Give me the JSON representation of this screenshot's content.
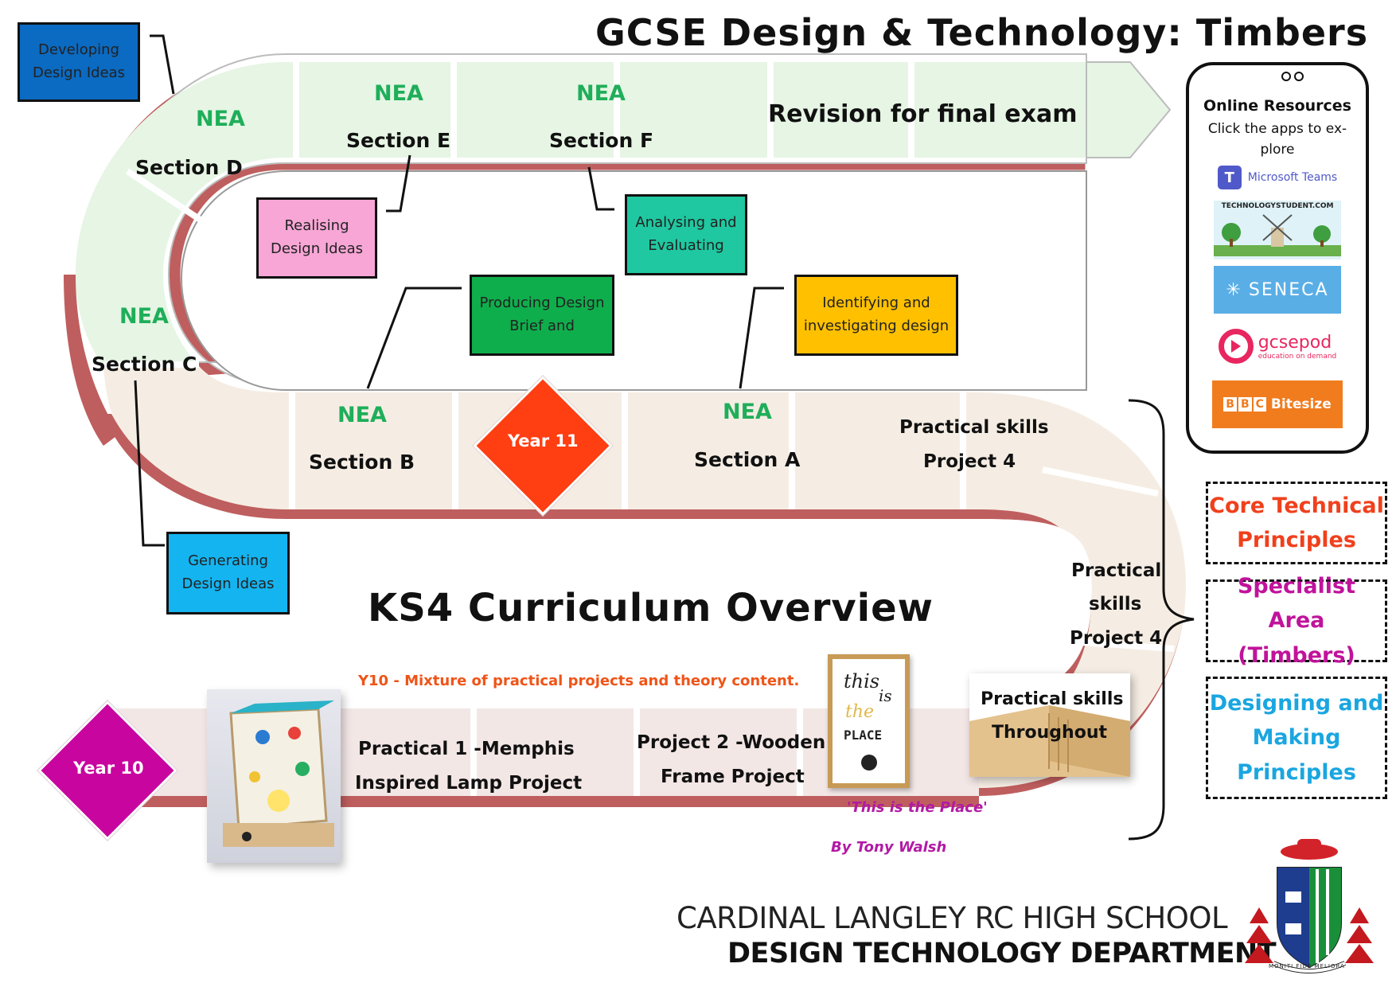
{
  "header": {
    "title": "GCSE Design & Technology: Timbers",
    "subtitle": "KS4 Curriculum Overview"
  },
  "milestones": {
    "year11": "Year 11",
    "year10": "Year 10"
  },
  "upper_track": {
    "section_d": {
      "nea": "NEA",
      "label": "Section D"
    },
    "section_e": {
      "nea": "NEA",
      "label": "Section E"
    },
    "section_f": {
      "nea": "NEA",
      "label": "Section F"
    },
    "revision": "Revision for final exam"
  },
  "left_curve": {
    "section_c": {
      "nea": "NEA",
      "label": "Section C"
    }
  },
  "middle_track": {
    "section_b": {
      "nea": "NEA",
      "label": "Section B"
    },
    "section_a": {
      "nea": "NEA",
      "label": "Section A"
    },
    "practical_line1": "Practical skills",
    "practical_line2": "Project 4",
    "right_curve_line1": "Practical",
    "right_curve_line2": "skills",
    "right_curve_line3": "Project 4"
  },
  "lower_track": {
    "note": "Y10 - Mixture of practical projects and theory content.",
    "practical1_line1": "Practical 1 -Memphis",
    "practical1_line2": "Inspired Lamp Project",
    "project2_line1": "Project 2 -Wooden",
    "project2_line2": "Frame Project",
    "throughout_line1": "Practical skills",
    "throughout_line2": "Throughout",
    "poem_title": "'This is the Place'",
    "poem_author": "By Tony Walsh",
    "frame_text": [
      "this",
      "is",
      "the",
      "PLACE"
    ]
  },
  "nea_boxes": {
    "developing": {
      "line1": "Developing",
      "line2": "Design Ideas",
      "color": "#0b6ac1"
    },
    "realising": {
      "line1": "Realising",
      "line2": "Design Ideas",
      "color": "#f7a6d6"
    },
    "analysing": {
      "line1": "Analysing and",
      "line2": "Evaluating",
      "color": "#1fc8a0"
    },
    "producing": {
      "line1": "Producing Design",
      "line2": "Brief and",
      "color": "#0fae4c"
    },
    "identifying": {
      "line1": "Identifying and",
      "line2": "investigating design",
      "color": "#ffc000"
    },
    "generating": {
      "line1": "Generating",
      "line2": "Design Ideas",
      "color": "#14b4f0"
    }
  },
  "phone": {
    "heading": "Online Resources",
    "sub_line1": "Click the apps to ex-",
    "sub_line2": "plore",
    "apps": {
      "teams": "Microsoft Teams",
      "techstudent": "TECHNOLOGYSTUDENT.COM",
      "seneca": "SENECA",
      "gcsepod": "gcsepod",
      "gcsepod_tag": "education on demand",
      "bbc_blocks": [
        "B",
        "B",
        "C"
      ],
      "bbc_word": "Bitesize"
    }
  },
  "principles": {
    "core_line1": "Core Technical",
    "core_line2": "Principles",
    "core_color": "#f0401c",
    "specialist_line1": "Specialist Area",
    "specialist_line2": "(Timbers)",
    "specialist_color": "#c0139b",
    "designing_line1": "Designing and",
    "designing_line2": "Making",
    "designing_line3": "Principles",
    "designing_color": "#1aa6e0"
  },
  "footer": {
    "school": "CARDINAL LANGLEY RC HIGH SCHOOL",
    "department": "DESIGN TECHNOLOGY DEPARTMENT",
    "crest_motto": "MONITI FIDE MELIORA"
  },
  "colors": {
    "road_green": "#e6f5e4",
    "road_beige": "#f5ede3",
    "road_pink": "#f3e7e6",
    "road_shadow": "#bf5e5e",
    "year11": "#ff3e12",
    "year10": "#c8059e",
    "note_orange": "#ef5418",
    "poem_purple": "#b21aa5"
  }
}
